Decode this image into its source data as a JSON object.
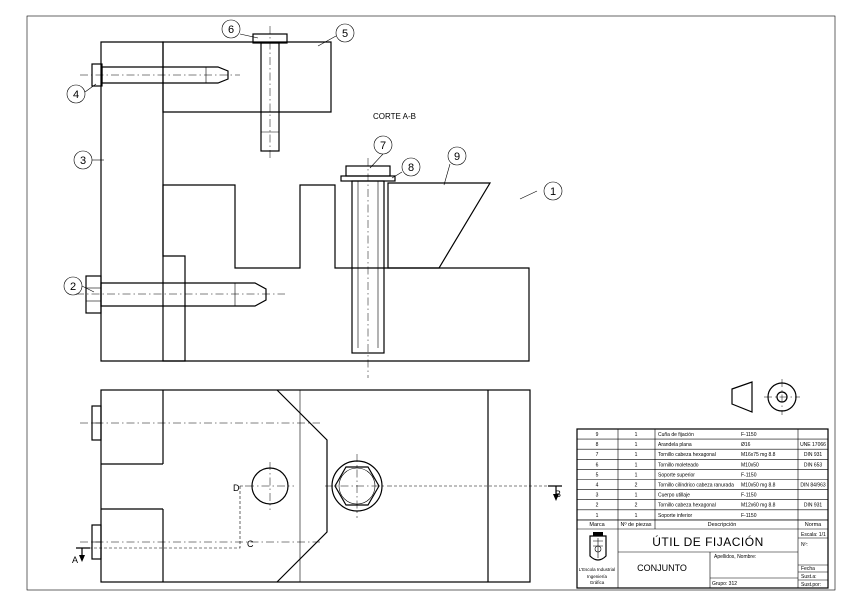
{
  "section_label": "CORTE A-B",
  "balloons": [
    "1",
    "2",
    "3",
    "4",
    "5",
    "6",
    "7",
    "8",
    "9"
  ],
  "section_marks": {
    "a": "A",
    "b": "B",
    "c": "C",
    "d": "D"
  },
  "parts_list": [
    {
      "mark": "9",
      "qty": "1",
      "desc": "Cuña de fijación",
      "material": "F-1150",
      "norm": ""
    },
    {
      "mark": "8",
      "qty": "1",
      "desc": "Arandela plana",
      "material": "Ø16",
      "norm": "UNE 17066"
    },
    {
      "mark": "7",
      "qty": "1",
      "desc": "Tornillo cabeza hexagonal",
      "material": "M16x75   mg 8.8",
      "norm": "DIN 931"
    },
    {
      "mark": "6",
      "qty": "1",
      "desc": "Tornillo moleteado",
      "material": "M10x50",
      "norm": "DIN 653"
    },
    {
      "mark": "5",
      "qty": "1",
      "desc": "Soporte superior",
      "material": "F-1150",
      "norm": ""
    },
    {
      "mark": "4",
      "qty": "2",
      "desc": "Tornillo cilíndrico cabeza ranurada",
      "material": "M10x50   mg 8.8",
      "norm": "DIN 84/963"
    },
    {
      "mark": "3",
      "qty": "1",
      "desc": "Cuerpo utillaje",
      "material": "F-1150",
      "norm": ""
    },
    {
      "mark": "2",
      "qty": "2",
      "desc": "Tornillo cabeza hexagonal",
      "material": "M12x60   mg 8.8",
      "norm": "DIN 931"
    },
    {
      "mark": "1",
      "qty": "1",
      "desc": "Soporte inferior",
      "material": "F-1150",
      "norm": ""
    }
  ],
  "parts_header": {
    "mark": "Marca",
    "qty": "Nº de piezas",
    "desc": "Descripción",
    "norm": "Norma"
  },
  "title_block": {
    "title": "ÚTIL  DE  FIJACIÓN",
    "subtitle": "CONJUNTO",
    "scale": "Escala: 1/1",
    "number": "Nº:",
    "names": "Apellidos, Nombre:",
    "group": "Grupo: 312",
    "date": "Fecha",
    "subst_a": "Sust.a:",
    "subst_por": "Sust.por:",
    "school": "L'Escola Industrial",
    "dept_1": "Ingeniería",
    "dept_2": "Gráfica"
  }
}
